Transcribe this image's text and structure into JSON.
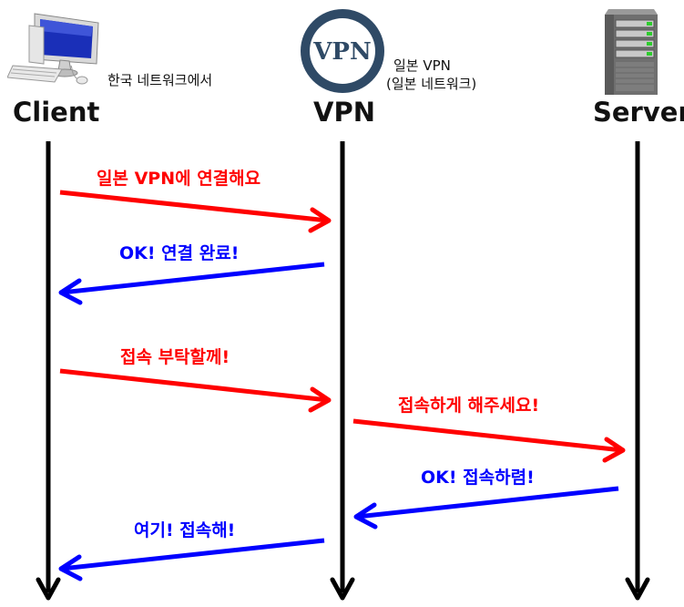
{
  "nodes": {
    "client": {
      "label": "Client",
      "note": "한국 네트워크에서"
    },
    "vpn": {
      "label": "VPN",
      "logo_text": "VPN",
      "note_line1": "일본 VPN",
      "note_line2": "(일본 네트워크)"
    },
    "server": {
      "label": "Server"
    }
  },
  "messages": [
    {
      "id": "m1",
      "text": "일본 VPN에 연결해요",
      "from": "client",
      "to": "vpn",
      "kind": "request"
    },
    {
      "id": "m2",
      "text": "OK! 연결 완료!",
      "from": "vpn",
      "to": "client",
      "kind": "response"
    },
    {
      "id": "m3",
      "text": "접속 부탁할께!",
      "from": "client",
      "to": "vpn",
      "kind": "request"
    },
    {
      "id": "m4",
      "text": "접속하게 해주세요!",
      "from": "vpn",
      "to": "server",
      "kind": "request"
    },
    {
      "id": "m5",
      "text": "OK! 접속하렴!",
      "from": "server",
      "to": "vpn",
      "kind": "response"
    },
    {
      "id": "m6",
      "text": "여기! 접속해!",
      "from": "vpn",
      "to": "client",
      "kind": "response"
    }
  ],
  "colors": {
    "request": "#ff0000",
    "response": "#0000ff",
    "lifeline": "#000000",
    "vpn_logo": "#2f4a66"
  },
  "icons": {
    "client": "desktop-computer-icon",
    "vpn": "vpn-badge-icon",
    "server": "server-tower-icon"
  }
}
